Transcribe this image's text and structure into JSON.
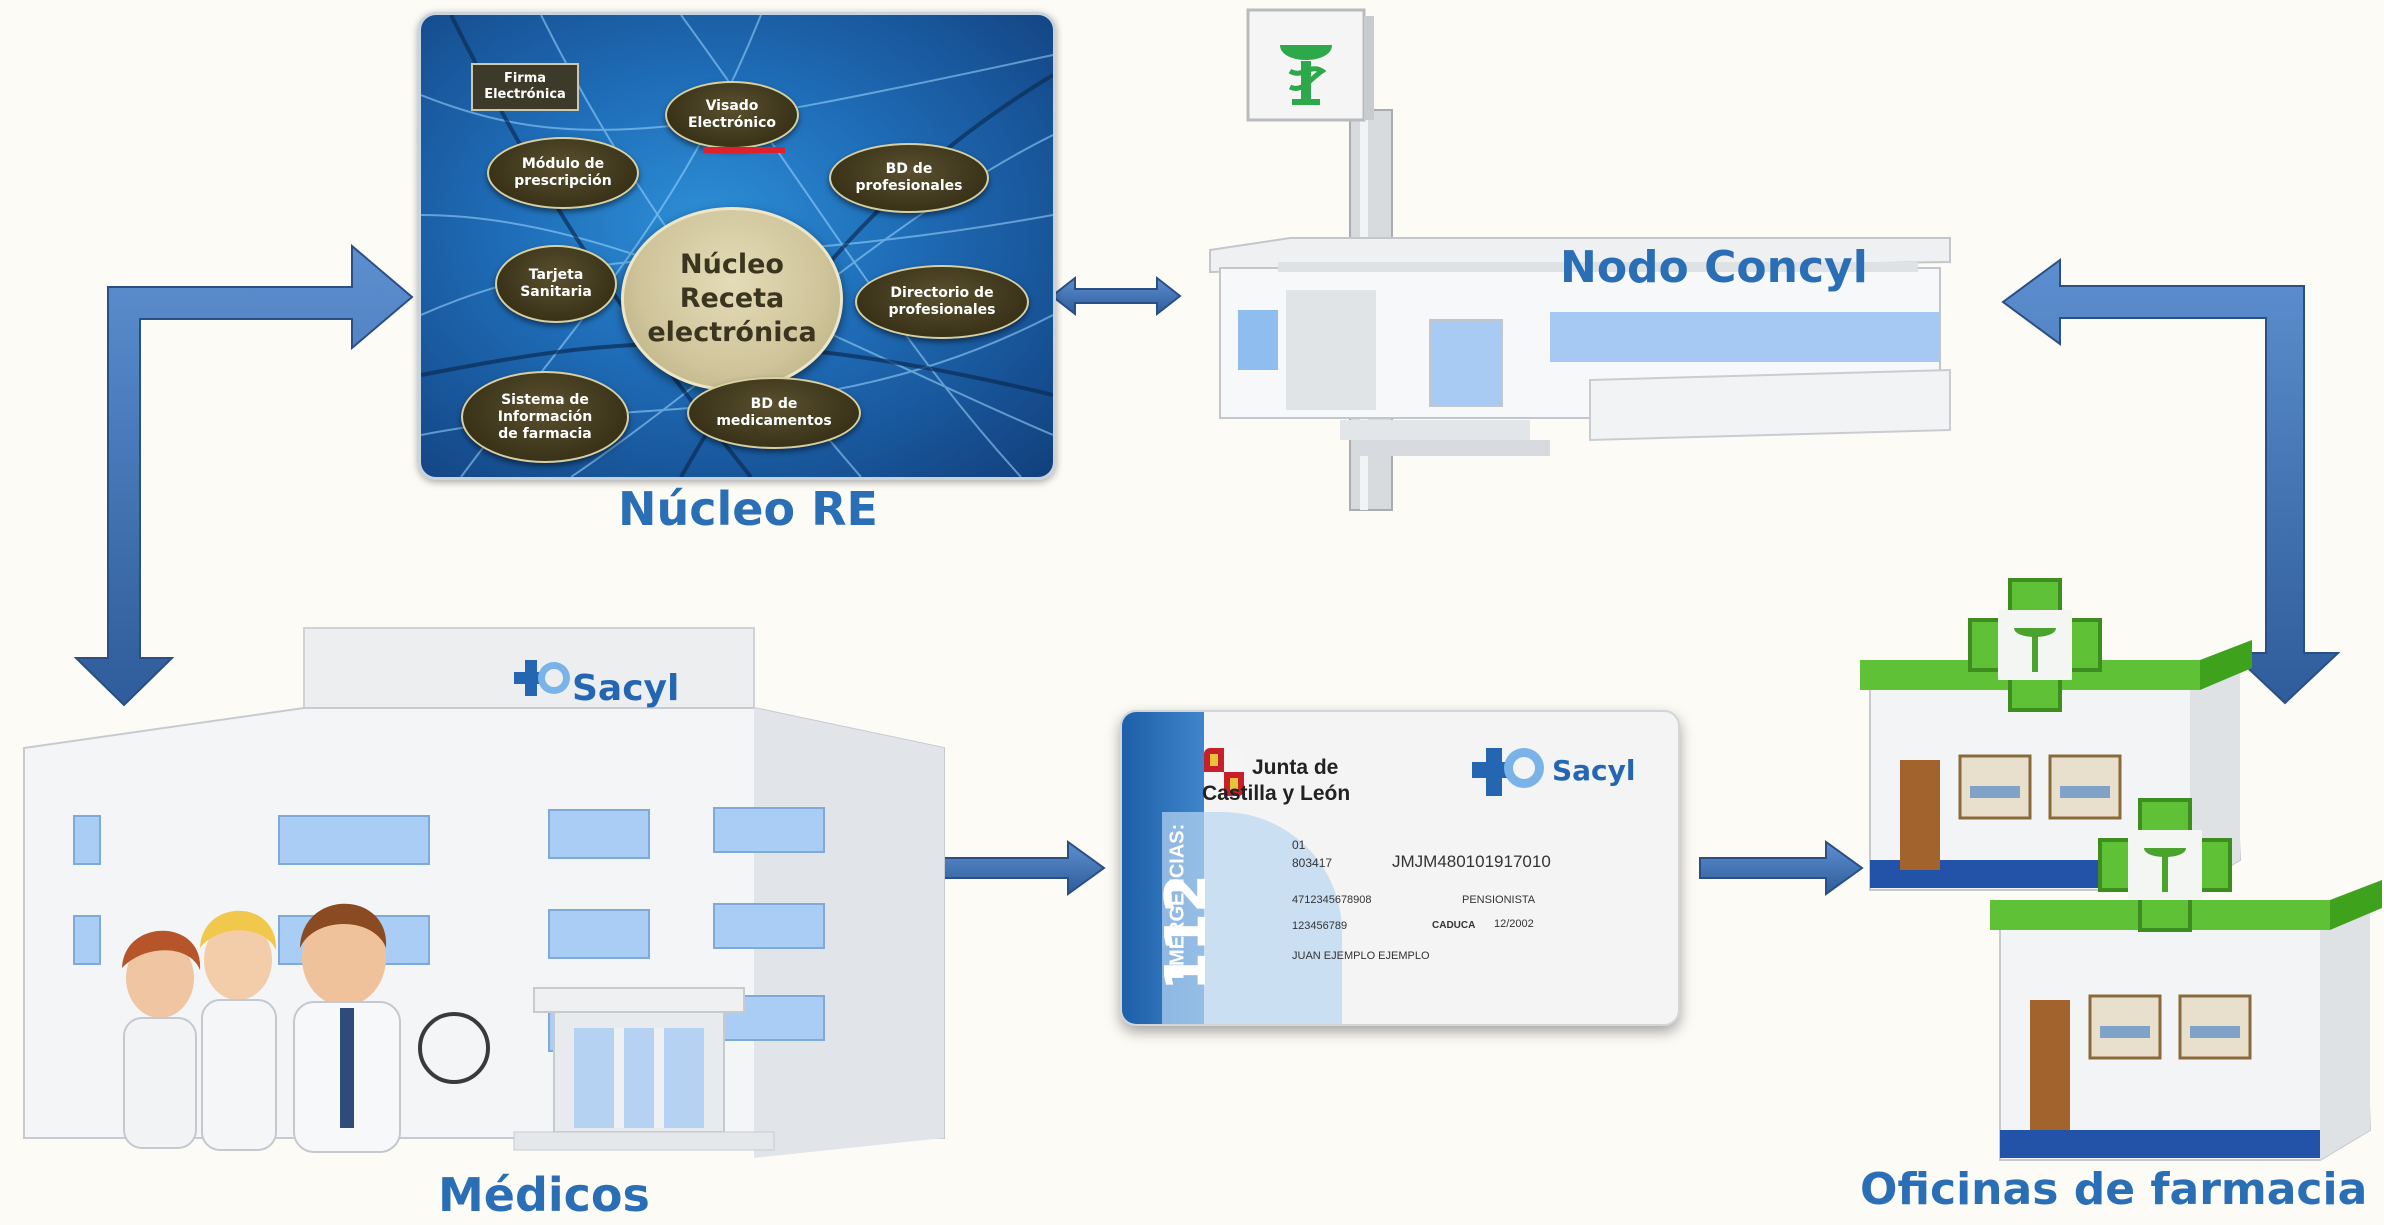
{
  "labels": {
    "nucleo_re": "Núcleo RE",
    "nodo_concyl": "Nodo Concyl",
    "medicos": "Médicos",
    "oficinas": "Oficinas de farmacia"
  },
  "hub": {
    "core": "Núcleo\nReceta\nelectrónica",
    "firma": "Firma\nElectrónica",
    "visado": "Visado\nElectrónico",
    "modulo": "Módulo de\nprescripción",
    "bd_prof": "BD de\nprofesionales",
    "tarjeta": "Tarjeta\nSanitaria",
    "directorio": "Directorio de\nprofesionales",
    "sistema": "Sistema de\nInformación\nde farmacia",
    "bd_med": "BD de\nmedicamentos"
  },
  "brand": {
    "sacyl": "Sacyl"
  },
  "card": {
    "junta_line1": "Junta de",
    "junta_line2": "Castilla y León",
    "sacyl": "Sacyl",
    "line_01": "01",
    "line_code": "803417",
    "card_id": "JMJM480101917010",
    "num1": "4712345678908",
    "pension": "PENSIONISTA",
    "num2": "123456789",
    "caduca_label": "CADUCA",
    "caduca": "12/2002",
    "name": "JUAN EJEMPLO EJEMPLO",
    "emergencias": "EMERGENCIAS:",
    "number": "112"
  },
  "colors": {
    "arrow": "#3f6fad",
    "label": "#2a6fb6",
    "pharmacy_green": "#5fc236",
    "sacyl_blue": "#2566b3"
  }
}
